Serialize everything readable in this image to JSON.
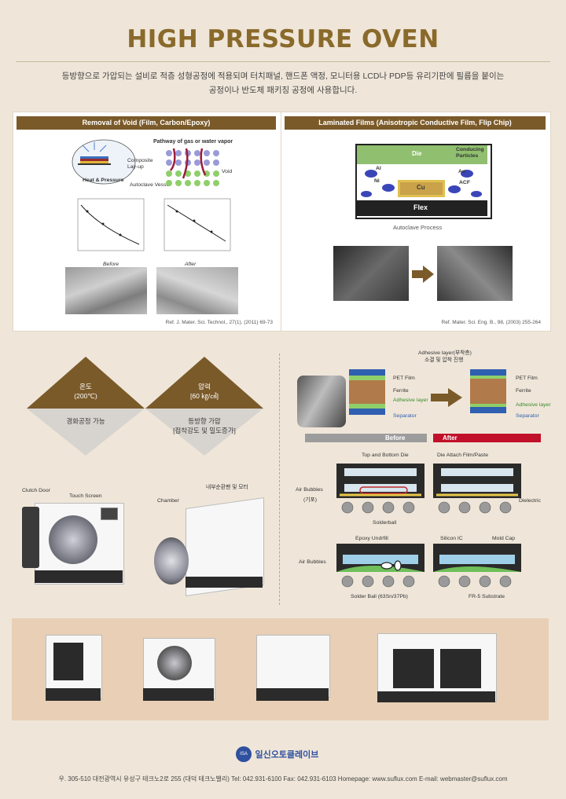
{
  "header": {
    "title": "HIGH PRESSURE OVEN",
    "intro_line1": "등방향으로 가압되는 설비로 적층 성형공정에 적용되며 터치패널, 핸드폰 액정, 모니터용 LCD나 PDP등 유리기판에 필름을 붙이는",
    "intro_line2": "공정이나 반도체 패키징 공정에 사용합니다."
  },
  "panel_left": {
    "title": "Removal of Void (Film, Carbon/Epoxy)",
    "composite": "Composite Lay-up",
    "heat": "Heat & Pressure",
    "vessel": "Autoclave Vessel",
    "pathway": "Pathway of gas or water vapor",
    "void": "Void",
    "before": "Before",
    "after": "After",
    "ref": "Ref. J. Mater. Sci. Technol., 27(1), (2011) 69-73"
  },
  "panel_right": {
    "title": "Laminated Films (Anisotropic Conductive Film, Flip Chip)",
    "die": "Die",
    "conducting": "Conducing Particles",
    "al": "Al",
    "au": "Au",
    "ni": "Ni",
    "acf": "ACF",
    "cu": "Cu",
    "flex": "Flex",
    "process": "Autoclave Process",
    "ref": "Ref. Mater. Sci. Eng. B., 98, (2003) 255-264"
  },
  "conditions": {
    "temp_label": "온도",
    "temp_value": "(200℃)",
    "temp_desc": "경화공정 가능",
    "press_label": "압력",
    "press_value": "[60 ㎏/㎠]",
    "press_desc1": "등방향 가압",
    "press_desc2": "[접착강도 및 밀도증가]"
  },
  "machines": {
    "clutch_door": "Clutch Door",
    "touch_screen": "Touch Screen",
    "chamber": "Chamber",
    "fan_motor": "내부순환팬 및 모터"
  },
  "diagram": {
    "adhesive_note1": "Adhesive layer(부착층)",
    "adhesive_note2": "소결 및 압착 진행",
    "pet": "PET Film",
    "ferrite": "Ferrite",
    "adhesive": "Adhesive layer",
    "separator": "Separator",
    "before": "Before",
    "after": "After",
    "top_bottom_die": "Top and Bottom Die",
    "die_attach": "Die Attach Film/Paste",
    "air_bubbles": "Air Bubbles",
    "air_bubbles_kr": "(기포)",
    "dielectric": "Dielectric",
    "solderball": "Solderball",
    "epoxy_underfill": "Epoxy Undrfill",
    "silicon_ic": "Silicon IC",
    "mold_cap": "Mold Cap",
    "air_bubbles2": "Air Bubbles",
    "solder_ball": "Solder Ball (63Sn/37Pb)",
    "fr5": "FR-5 Substrate"
  },
  "footer": {
    "company": "일신오토클레이브",
    "logo_text": "ISA",
    "info": "우. 305-510    대전광역시 유성구 테크노2로 255 (대덕 테크노밸리)   Tel: 042.931-6100   Fax: 042.931-6103   Homepage: www.suflux.com   E-mail: webmaster@suflux.com"
  },
  "colors": {
    "brown": "#7b5a2a",
    "title": "#8a6a2b",
    "background": "#efe6d9",
    "before_bar": "#9c9c9c",
    "after_bar": "#c0102a"
  }
}
